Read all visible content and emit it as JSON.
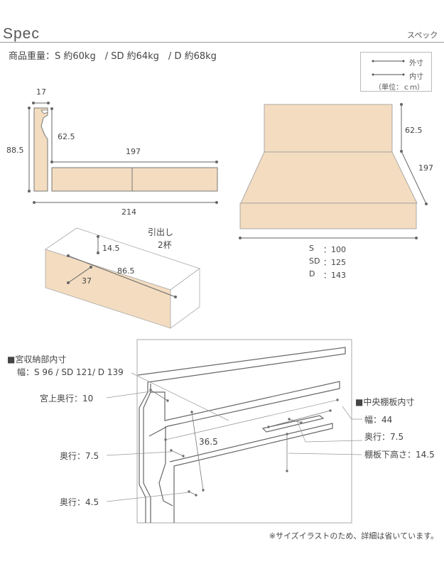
{
  "header": {
    "title": "Spec",
    "subtitle": "スペック"
  },
  "weight": {
    "text": "商品重量：S 約60kg　/ SD 約64kg　/ D 約68kg"
  },
  "legend": {
    "outer": "外寸",
    "inner": "内寸",
    "unit": "（単位：ｃｍ）"
  },
  "side_view": {
    "top_width": "17",
    "height_total": "88.5",
    "headboard_height": "62.5",
    "inner_length": "197",
    "outer_length": "214"
  },
  "perspective_view": {
    "headboard_height": "62.5",
    "length": "197",
    "widths": [
      {
        "label": "S",
        "value": "：100"
      },
      {
        "label": "SD",
        "value": "：125"
      },
      {
        "label": "D",
        "value": "：143"
      }
    ]
  },
  "drawer": {
    "label_line1": "引出し",
    "label_line2": "2杯",
    "height": "14.5",
    "length": "86.5",
    "depth": "37"
  },
  "headboard_storage": {
    "heading": "■宮収納部内寸",
    "width_text": "幅：S 96 / SD 121/ D 139",
    "top_depth": "宮上奥行：10",
    "depth_mid": "奥行：7.5",
    "depth_low": "奥行：4.5",
    "inner_height": "36.5"
  },
  "center_shelf": {
    "heading": "■中央棚板内寸",
    "width": "幅：44",
    "depth": "奥行：7.5",
    "below_height": "棚板下高さ：14.5"
  },
  "footnote": "※サイズイラストのため、詳細は省いています。",
  "colors": {
    "wood": "#f3dcc0",
    "line": "#666666"
  }
}
